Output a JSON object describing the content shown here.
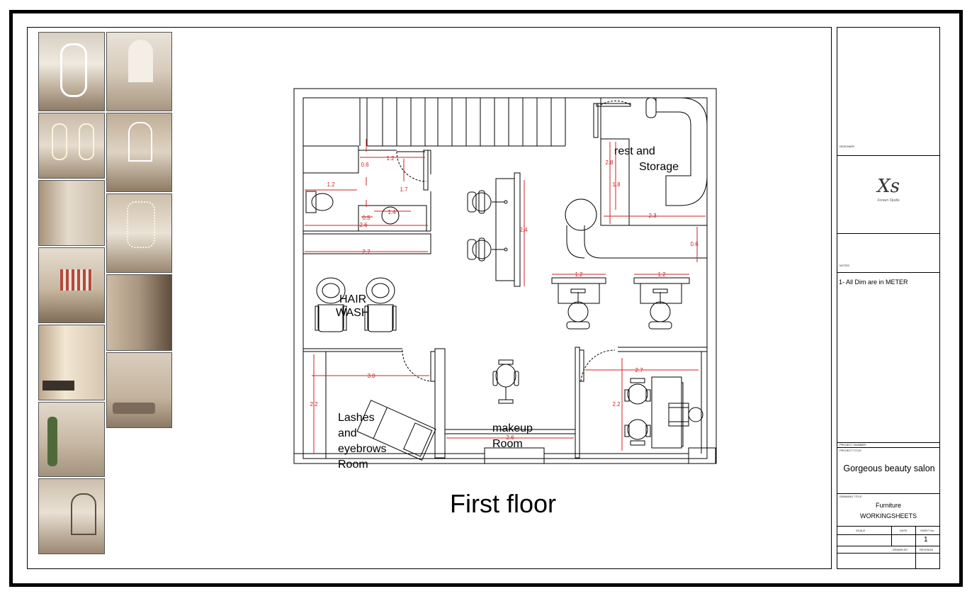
{
  "drawing": {
    "title": "First floor"
  },
  "rooms": {
    "rest_storage_line1": "rest and",
    "rest_storage_line2": "Storage",
    "hair_wash_line1": "HAIR",
    "hair_wash_line2": "WASH",
    "lashes_line1": "Lashes",
    "lashes_line2": "and",
    "lashes_line3": "eyebrows",
    "lashes_line4": "Room",
    "makeup_line1": "makeup",
    "makeup_line2": "Room"
  },
  "dimensions": {
    "d_0_6_a": "0.6",
    "d_1_2_a": "1.2",
    "d_1_2_b": "1.2",
    "d_1_7": "1.7",
    "d_1_4": "1.4",
    "d_0_5": "0.5",
    "d_2_6_a": "2.6",
    "d_2_7_a": "2.7",
    "d_2_4": "2.4",
    "d_2_8": "2.8",
    "d_1_8": "1.8",
    "d_2_3": "2.3",
    "d_0_6_b": "0.6",
    "d_1_2_c": "1.2",
    "d_1_2_d": "1.2",
    "d_3_0": "3.0",
    "d_2_2_a": "2.2",
    "d_2_6_b": "2.6",
    "d_2_7_b": "2.7",
    "d_2_2_b": "2.2"
  },
  "title_block": {
    "designer_label": "DESIGNER",
    "logo_mark": "Xs",
    "logo_sub": "Xcreen Studio",
    "notes_label": "NOTES",
    "note_1": "1- All Dim are in METER",
    "project_number_label": "PROJECT NUMBER:",
    "project_title_label": "PROJECT TITLE:",
    "project_title": "Gorgeous beauty salon",
    "drawing_title_label": "DRAWING TITLE:",
    "drawing_title_line1": "Furniture",
    "drawing_title_line2": "WORKINGSHEETS",
    "scale_label": "SCALE",
    "date_label": "DATE",
    "sheet_no_label": "SHEET No.",
    "sheet_no": "1",
    "drawn_by_label": "DRAWN BY",
    "checked_by_label": "REVISION"
  },
  "colors": {
    "dimension": "#d22020",
    "line": "#000000"
  },
  "reference_images": [
    "salon-photo-1",
    "salon-photo-2",
    "salon-photo-3",
    "salon-photo-4",
    "salon-photo-5",
    "salon-photo-6",
    "salon-photo-7",
    "salon-photo-8",
    "salon-photo-9",
    "salon-photo-10",
    "salon-photo-11",
    "salon-photo-12",
    "salon-photo-13"
  ]
}
